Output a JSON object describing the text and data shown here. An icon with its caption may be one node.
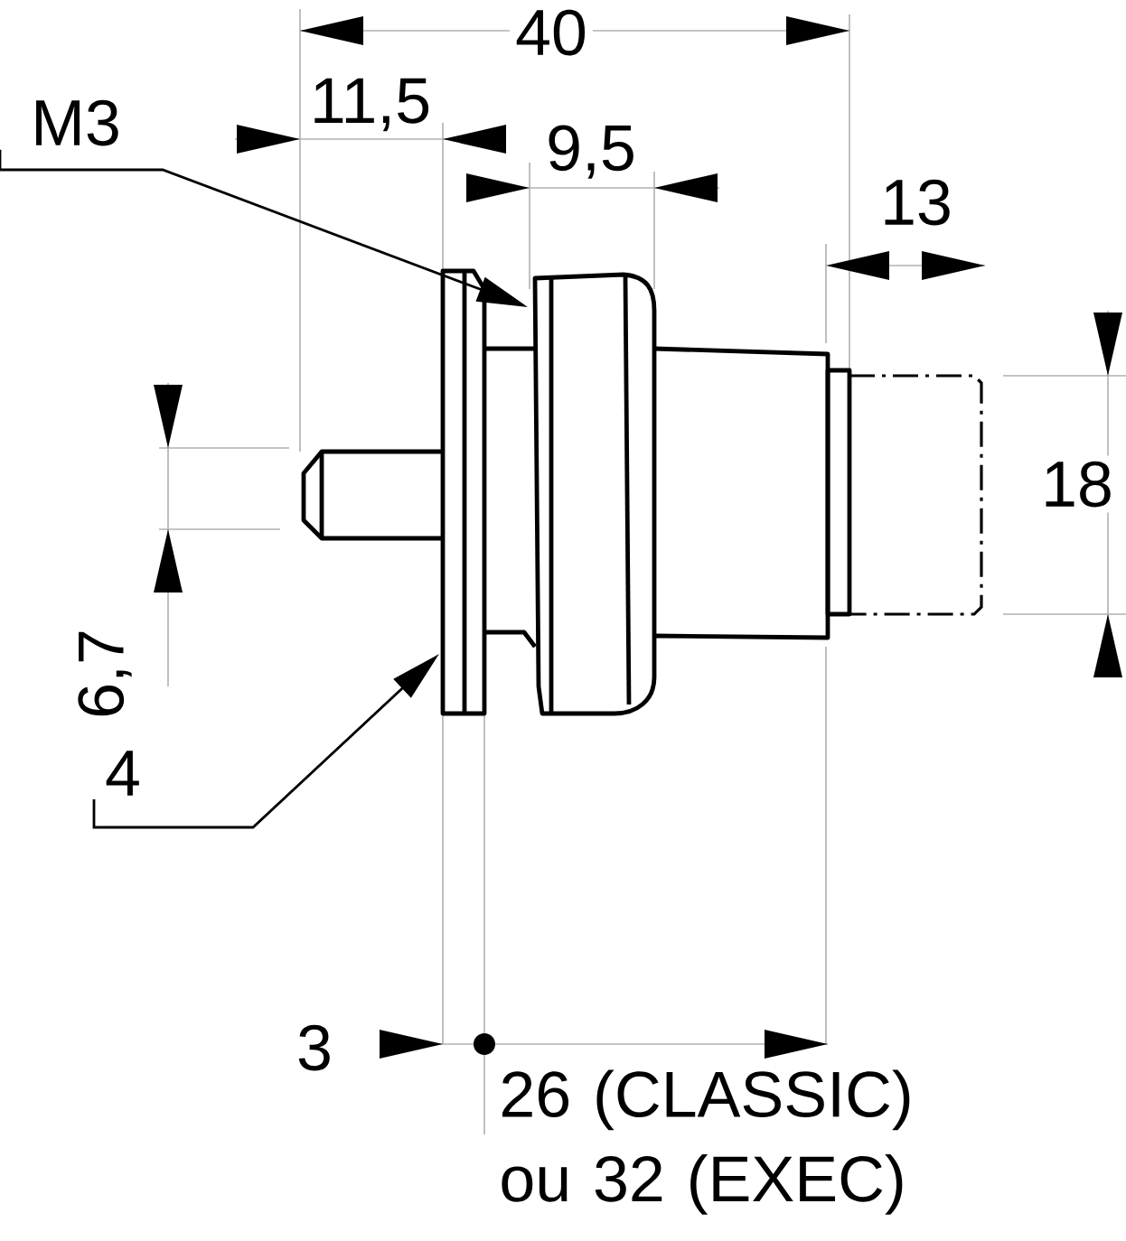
{
  "diagram": {
    "nodes": [
      {
        "text": [
          "M3"
        ]
      },
      {
        "text": [
          "4"
        ]
      }
    ],
    "edges": [
      {
        "from": 0,
        "to": null,
        "arrow": "to"
      },
      {
        "from": 1,
        "to": null,
        "arrow": "to"
      }
    ],
    "labels": [
      "40",
      "11,5",
      "9,5",
      "13",
      "18",
      "6,7",
      "3",
      "26 (CLASSIC) ou 32 (EXEC)"
    ]
  }
}
